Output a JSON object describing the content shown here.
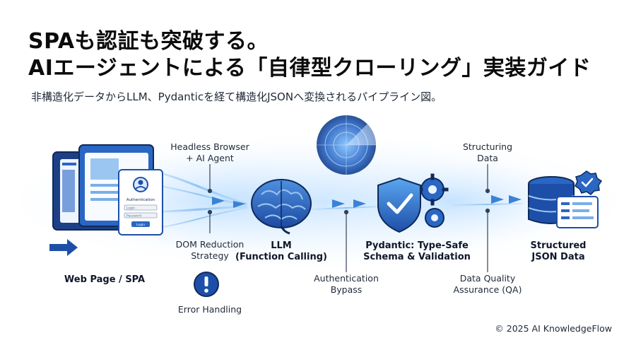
{
  "title": {
    "line1": "SPAも認証も突破する。",
    "line2": "AIエージェントによる「自律型クローリング」実装ガイド"
  },
  "subtitle": "非構造化データからLLM、Pydanticを経て構造化JSONへ変換されるパイプライン図。",
  "stages": {
    "web_page": "Web Page / SPA",
    "llm_line1": "LLM",
    "llm_line2": "(Function Calling)",
    "pydantic_line1": "Pydantic: Type-Safe",
    "pydantic_line2": "Schema & Validation",
    "json_line1": "Structured",
    "json_line2": "JSON Data"
  },
  "annotations": {
    "headless_line1": "Headless Browser",
    "headless_line2": "+ AI Agent",
    "dom_line1": "DOM Reduction",
    "dom_line2": "Strategy",
    "error_handling": "Error Handling",
    "auth_line1": "Authentication",
    "auth_line2": "Bypass",
    "structuring_line1": "Structuring",
    "structuring_line2": "Data",
    "qa_line1": "Data Quality",
    "qa_line2": "Assurance (QA)"
  },
  "login_card": {
    "heading": "Authentication",
    "field1": "Login",
    "field2": "Password",
    "button": "Login"
  },
  "copyright": "© 2025 AI KnowledgeFlow",
  "colors": {
    "primary_blue": "#1e4fa8",
    "light_blue": "#5aa6f0",
    "glow": "#bfe0ff",
    "dark_navy": "#0f2a5a"
  },
  "icons": [
    "browser-window-icon",
    "login-form-icon",
    "brain-icon",
    "radar-icon",
    "shield-check-icon",
    "gear-icon",
    "database-icon",
    "check-badge-icon",
    "warning-icon"
  ]
}
